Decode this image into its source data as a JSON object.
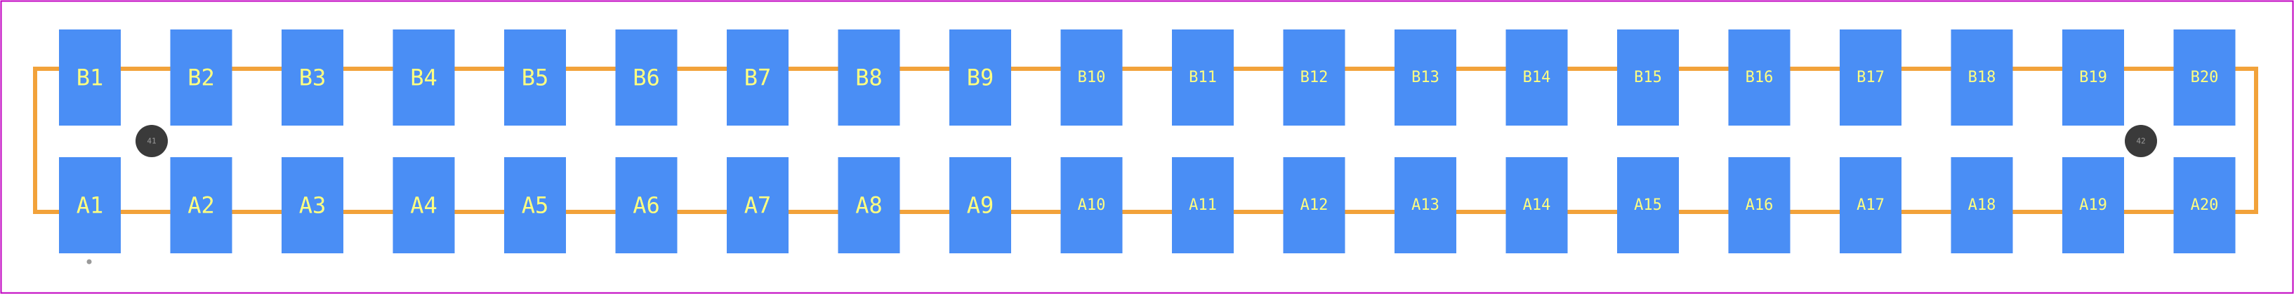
{
  "colors": {
    "background": "#ffffff",
    "border": "#c000c0",
    "pad": "#4a8ef5",
    "pad_label": "#ffff80",
    "outline": "#f2a23a",
    "via": "#3a3a3a",
    "via_label": "#9a9a9a",
    "marker": "#9a9a9a"
  },
  "rows": {
    "top": [
      "B1",
      "B2",
      "B3",
      "B4",
      "B5",
      "B6",
      "B7",
      "B8",
      "B9",
      "B10",
      "B11",
      "B12",
      "B13",
      "B14",
      "B15",
      "B16",
      "B17",
      "B18",
      "B19",
      "B20"
    ],
    "bottom": [
      "A1",
      "A2",
      "A3",
      "A4",
      "A5",
      "A6",
      "A7",
      "A8",
      "A9",
      "A10",
      "A11",
      "A12",
      "A13",
      "A14",
      "A15",
      "A16",
      "A17",
      "A18",
      "A19",
      "A20"
    ]
  },
  "mounting_holes": [
    {
      "label": "41"
    },
    {
      "label": "42"
    }
  ]
}
